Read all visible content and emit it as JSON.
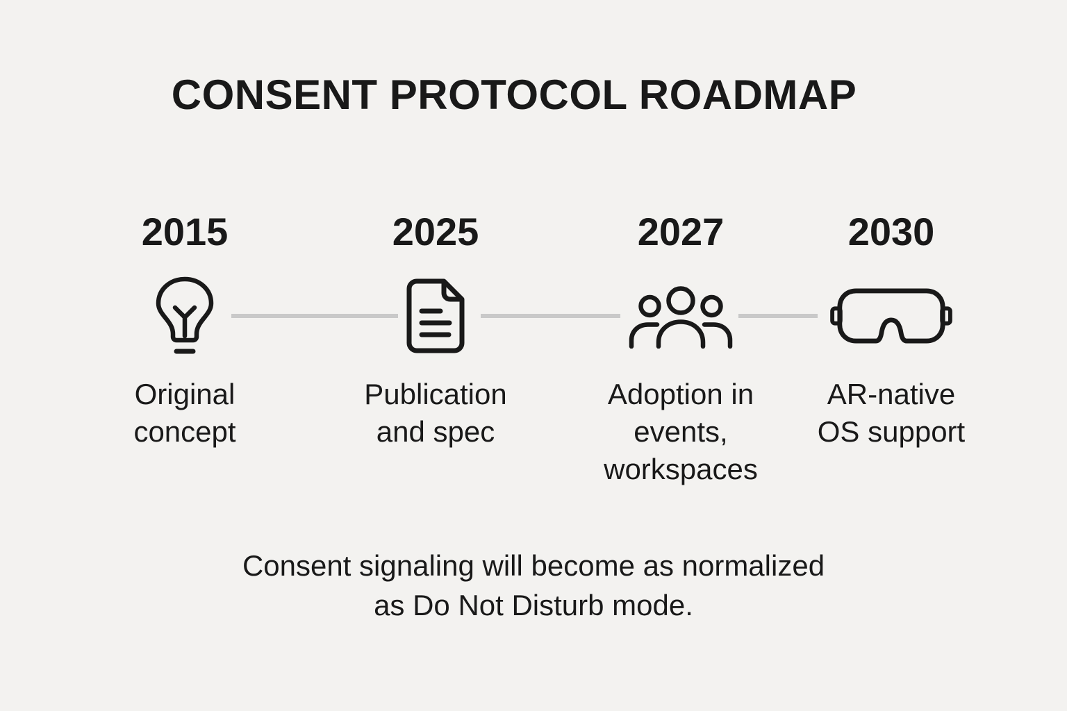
{
  "title": "CONSENT PROTOCOL ROADMAP",
  "milestones": [
    {
      "year": "2015",
      "icon": "lightbulb-icon",
      "label": "Original\nconcept"
    },
    {
      "year": "2025",
      "icon": "document-icon",
      "label": "Publication\nand spec"
    },
    {
      "year": "2027",
      "icon": "people-icon",
      "label": "Adoption in\nevents,\nworkspaces"
    },
    {
      "year": "2030",
      "icon": "ar-goggles-icon",
      "label": "AR-native\nOS support"
    }
  ],
  "caption": "Consent signaling will become as normalized\nas Do Not Disturb mode.",
  "colors": {
    "background": "#f3f2f0",
    "ink": "#191919",
    "connector": "#c9c9c9"
  }
}
